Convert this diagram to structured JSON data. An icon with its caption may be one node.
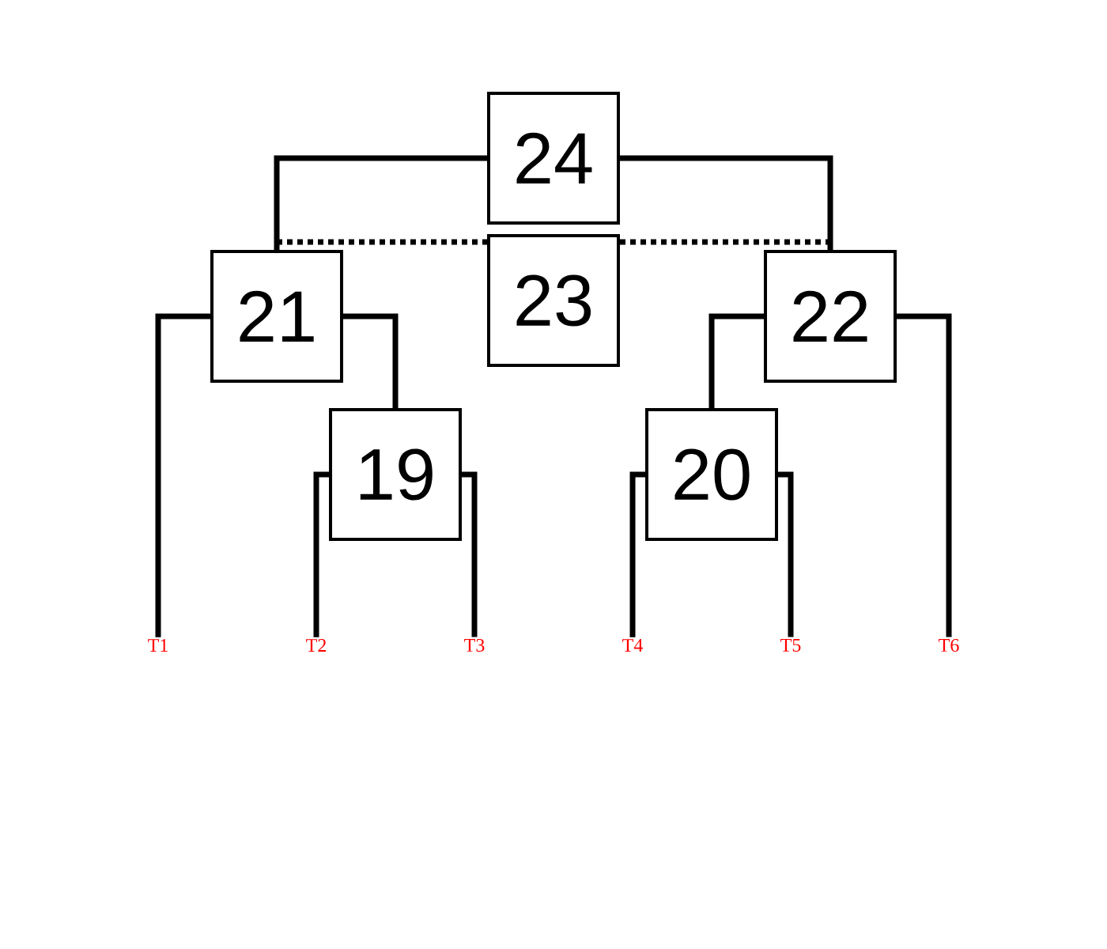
{
  "diagram": {
    "nodes": [
      {
        "text": [
          "24"
        ]
      },
      {
        "text": [
          "21"
        ]
      },
      {
        "text": [
          "23"
        ]
      },
      {
        "text": [
          "22"
        ]
      },
      {
        "text": [
          "19"
        ]
      },
      {
        "text": [
          "20"
        ]
      },
      {
        "text": [
          "T1"
        ]
      },
      {
        "text": [
          "T2"
        ]
      },
      {
        "text": [
          "T3"
        ]
      },
      {
        "text": [
          "T4"
        ]
      },
      {
        "text": [
          "T5"
        ]
      },
      {
        "text": [
          "T6"
        ]
      }
    ],
    "edges": [
      {
        "from": 0,
        "to": 1,
        "arrow": "none"
      },
      {
        "from": 0,
        "to": 3,
        "arrow": "none"
      },
      {
        "from": 1,
        "to": 6,
        "arrow": "none"
      },
      {
        "from": 1,
        "to": 4,
        "arrow": "none"
      },
      {
        "from": 3,
        "to": 5,
        "arrow": "none"
      },
      {
        "from": 3,
        "to": 11,
        "arrow": "none"
      },
      {
        "from": 4,
        "to": 7,
        "arrow": "none"
      },
      {
        "from": 4,
        "to": 8,
        "arrow": "none"
      },
      {
        "from": 5,
        "to": 9,
        "arrow": "none"
      },
      {
        "from": 5,
        "to": 10,
        "arrow": "none"
      },
      {
        "from": 1,
        "to": 2,
        "arrow": "none",
        "style": "dashed"
      },
      {
        "from": 2,
        "to": 3,
        "arrow": "none",
        "style": "dashed"
      }
    ]
  }
}
